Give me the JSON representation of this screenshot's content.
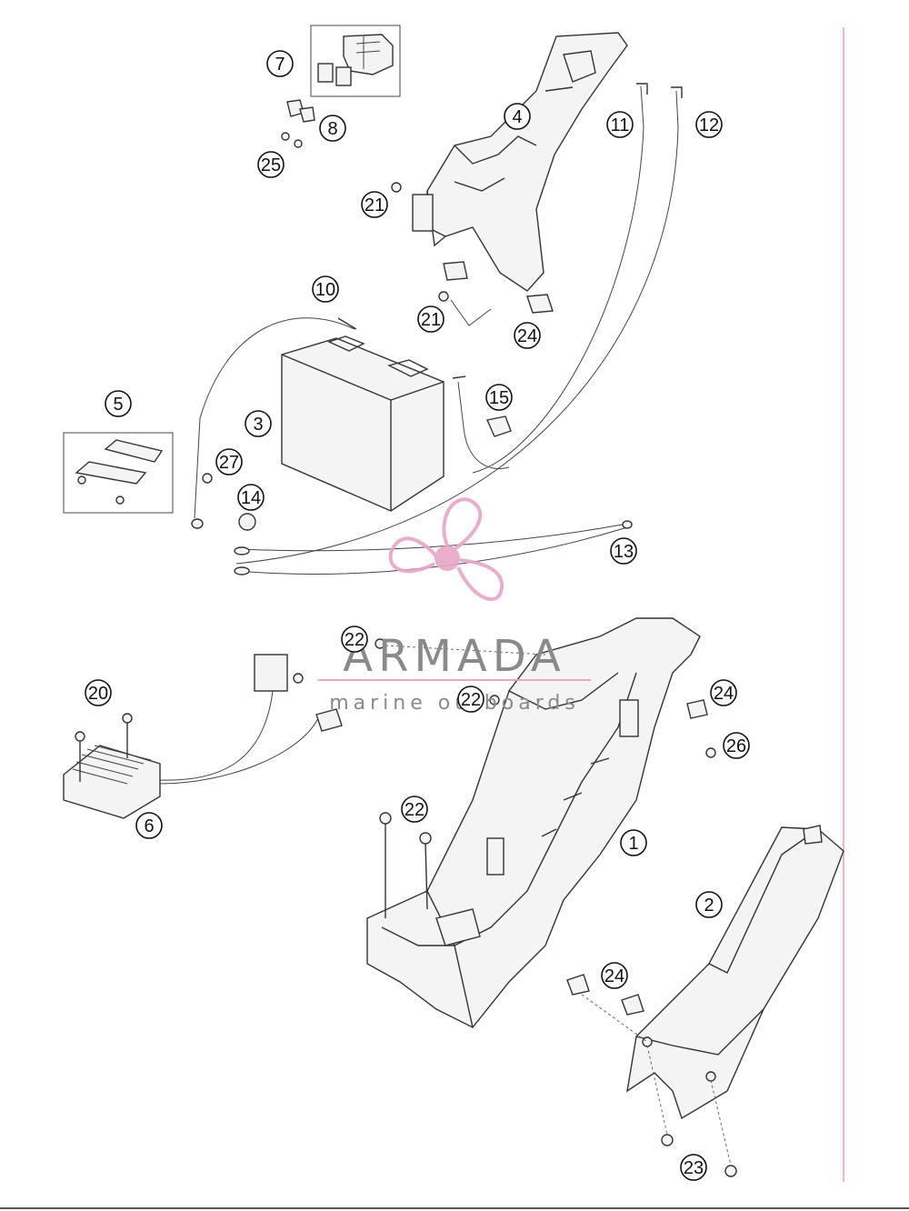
{
  "watermark": {
    "brand": "ARMADA",
    "tagline": "marine outboards",
    "colors": {
      "logo": "#e8a6c8",
      "text": "#8a8a8a",
      "margin_line": "#f0a0a8"
    }
  },
  "callouts": [
    "1",
    "2",
    "3",
    "4",
    "5",
    "6",
    "7",
    "8",
    "10",
    "11",
    "12",
    "13",
    "14",
    "15",
    "20",
    "21",
    "21",
    "22",
    "22",
    "22",
    "23",
    "24",
    "24",
    "24",
    "25",
    "26",
    "27"
  ]
}
